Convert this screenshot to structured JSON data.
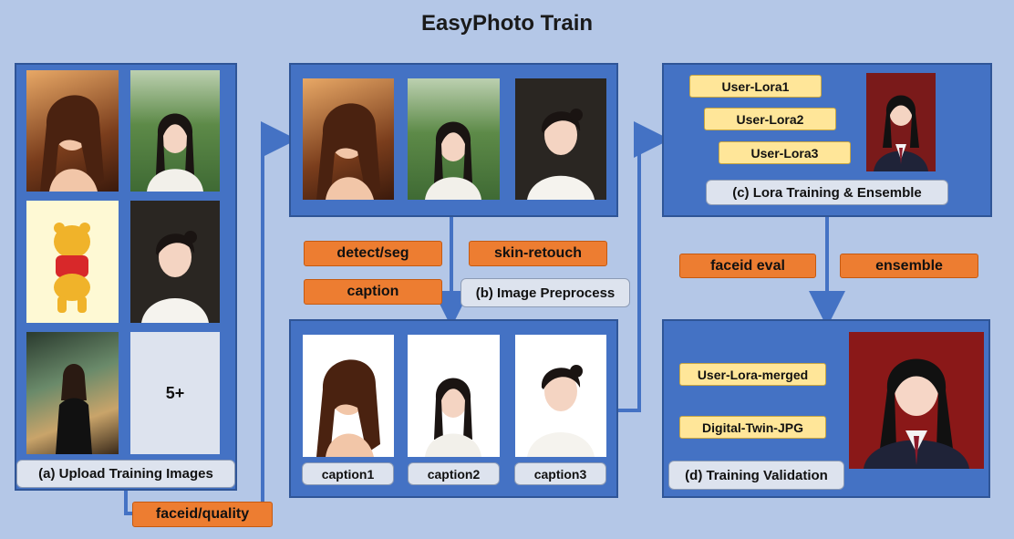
{
  "title": "EasyPhoto Train",
  "panels": {
    "upload": {
      "label": "(a) Upload Training Images",
      "more": "5+"
    },
    "preprocess": {
      "label": "(b) Image Preprocess"
    },
    "lora": {
      "label": "(c) Lora Training & Ensemble"
    },
    "validation": {
      "label": "(d) Training Validation"
    }
  },
  "steps": {
    "faceid_quality": "faceid/quality",
    "detect_seg": "detect/seg",
    "skin_retouch": "skin-retouch",
    "caption": "caption",
    "faceid_eval": "faceid eval",
    "ensemble": "ensemble"
  },
  "captions": [
    "caption1",
    "caption2",
    "caption3"
  ],
  "loras": [
    "User-Lora1",
    "User-Lora2",
    "User-Lora3"
  ],
  "outputs": [
    "User-Lora-merged",
    "Digital-Twin-JPG"
  ],
  "colors": {
    "background": "#b4c7e7",
    "panel": "#4472c4",
    "step": "#ed7d31",
    "model": "#ffe699",
    "label": "#dde3ee"
  }
}
